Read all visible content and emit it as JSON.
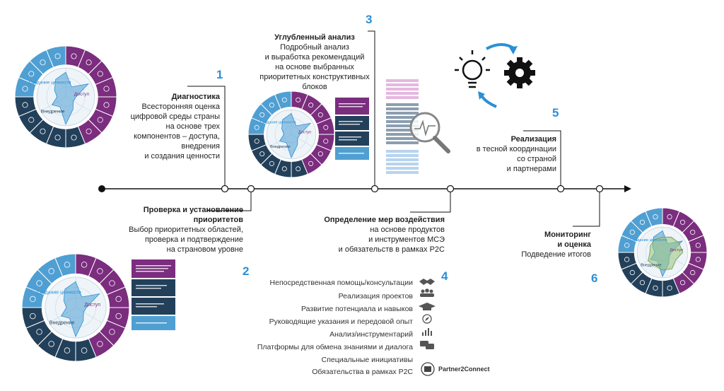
{
  "stages": [
    {
      "num": "1",
      "title": "Диагностика",
      "lines": [
        "Всесторонняя оценка",
        "цифровой среды страны",
        "на основе трех",
        "компонентов – доступа,",
        "внедрения",
        "и создания ценности"
      ]
    },
    {
      "num": "2",
      "title_lines": [
        "Проверка и установление",
        "приоритетов"
      ],
      "lines": [
        "Выбор приоритетных областей,",
        "проверка и подтверждение",
        "на страновом уровне"
      ]
    },
    {
      "num": "3",
      "title": "Углубленный анализ",
      "lines": [
        "Подробный анализ",
        "и выработка рекомендаций",
        "на основе выбранных",
        "приоритетных конструктивных",
        "блоков"
      ]
    },
    {
      "num": "4",
      "title": "Определение мер воздействия",
      "lines": [
        "на основе продуктов",
        "и инструментов МСЭ",
        "и обязательств в рамках P2C"
      ]
    },
    {
      "num": "5",
      "title": "Реализация",
      "lines": [
        "в тесной координации",
        "со страной",
        "и партнерами"
      ]
    },
    {
      "num": "6",
      "title_lines": [
        "Мониторинг",
        "и оценка"
      ],
      "lines": [
        "Подведение итогов"
      ]
    }
  ],
  "tools": [
    {
      "label": "Непосредственная помощь/консультации",
      "icon": "handshake-icon"
    },
    {
      "label": "Реализация проектов",
      "icon": "group-icon"
    },
    {
      "label": "Развитие потенциала и навыков",
      "icon": "graduation-cap-icon"
    },
    {
      "label": "Руководящие указания и передовой опыт",
      "icon": "compass-icon"
    },
    {
      "label": "Анализ/инструментарий",
      "icon": "bar-chart-icon"
    },
    {
      "label": "Платформы для обмена знаниями и диалога",
      "icon": "chat-icon"
    },
    {
      "label": "Специальные инициативы",
      "icon": ""
    },
    {
      "label": "Обязательства в рамках P2C",
      "icon": "itu-logo-icon"
    }
  ],
  "partner_label": "Partner2Connect",
  "wheel_labels": {
    "value": "Создание ценности",
    "access": "Доступ",
    "adoption": "Внедрение"
  },
  "colors": {
    "accent": "#2a8fd6",
    "purple": "#7b2d7e",
    "navy": "#23405a",
    "lightblue": "#4f9fd3"
  }
}
